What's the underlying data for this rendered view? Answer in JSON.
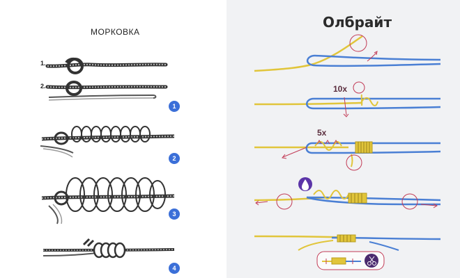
{
  "left_panel": {
    "title": "МОРКОВКА",
    "row_labels": [
      "1.",
      "2."
    ],
    "steps": [
      "1",
      "2",
      "3",
      "4"
    ]
  },
  "right_panel": {
    "title": "Олбрайт",
    "wrap_count_1": "10x",
    "wrap_count_2": "5x"
  },
  "colors": {
    "right_background": "#f1f2f4",
    "blue_line": "#4a7fd4",
    "yellow_line": "#e1c53a",
    "step_badge": "#3b6fd8",
    "marker": "#c23b56",
    "drop_icon": "#5b34a8"
  },
  "icons": [
    "water-drop-icon",
    "scissors-icon"
  ]
}
